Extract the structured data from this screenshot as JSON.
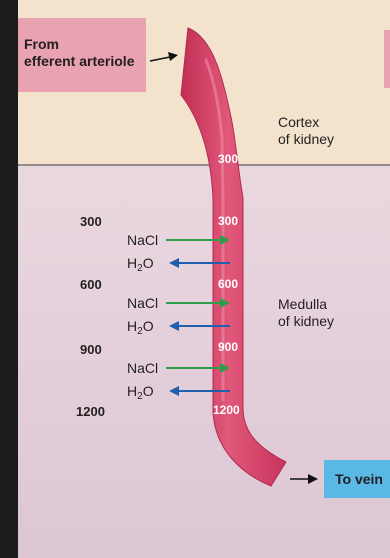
{
  "labels": {
    "from_line1": "From",
    "from_line2": "efferent arteriole",
    "to_vein": "To vein",
    "cortex_line1": "Cortex",
    "cortex_line2": "of kidney",
    "medulla_line1": "Medulla",
    "medulla_line2": "of kidney"
  },
  "tube_values": [
    "300",
    "300",
    "600",
    "900",
    "1200"
  ],
  "interstitial_values": [
    "300",
    "600",
    "900",
    "1200"
  ],
  "exchanges": [
    {
      "nacl_prefix": "NaCl",
      "h2o_prefix": "H",
      "h2o_sub": "2",
      "h2o_suffix": "O"
    },
    {
      "nacl_prefix": "NaCl",
      "h2o_prefix": "H",
      "h2o_sub": "2",
      "h2o_suffix": "O"
    },
    {
      "nacl_prefix": "NaCl",
      "h2o_prefix": "H",
      "h2o_sub": "2",
      "h2o_suffix": "O"
    }
  ],
  "colors": {
    "vessel": "#d63c62",
    "vessel_highlight": "#f08aa3",
    "cortex_bg": "#f3e3cc",
    "medulla_bg": "#e6d2dc",
    "from_box": "#e8a2b0",
    "to_box": "#5ab8e6",
    "nacl_arrow": "#2e9e4a",
    "h2o_arrow": "#1f5fae"
  }
}
